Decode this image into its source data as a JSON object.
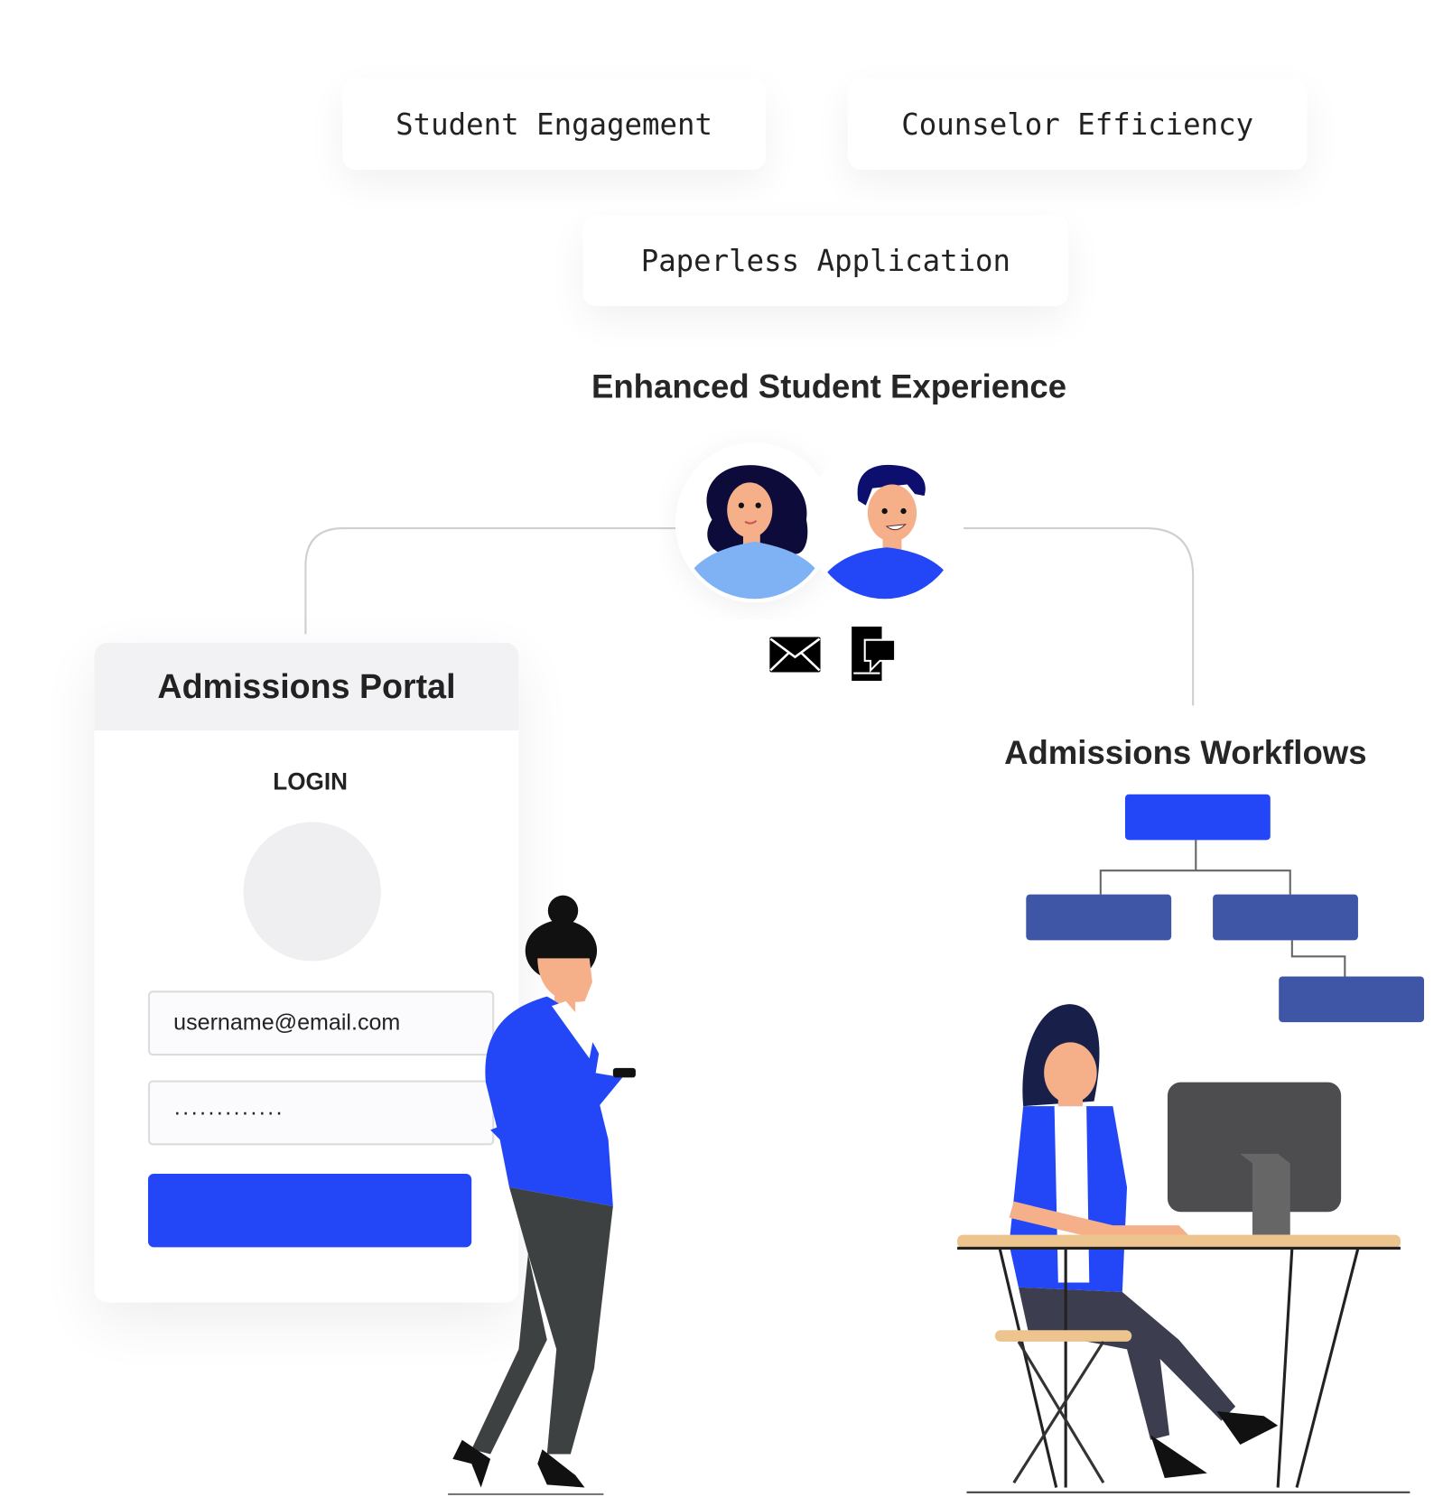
{
  "benefits": [
    "Student Engagement",
    "Counselor Efficiency",
    "Paperless Application"
  ],
  "experience": {
    "title": "Enhanced Student Experience",
    "icons": [
      "envelope-icon",
      "mobile-chat-icon"
    ]
  },
  "portal": {
    "title": "Admissions Portal",
    "login_label": "LOGIN",
    "username_value": "username@email.com",
    "password_value": "·············"
  },
  "workflows": {
    "title": "Admissions Workflows"
  },
  "colors": {
    "primary": "#2347f7",
    "secondary": "#3f55a6",
    "header_bg": "#f2f2f5",
    "line": "#cccccc"
  }
}
